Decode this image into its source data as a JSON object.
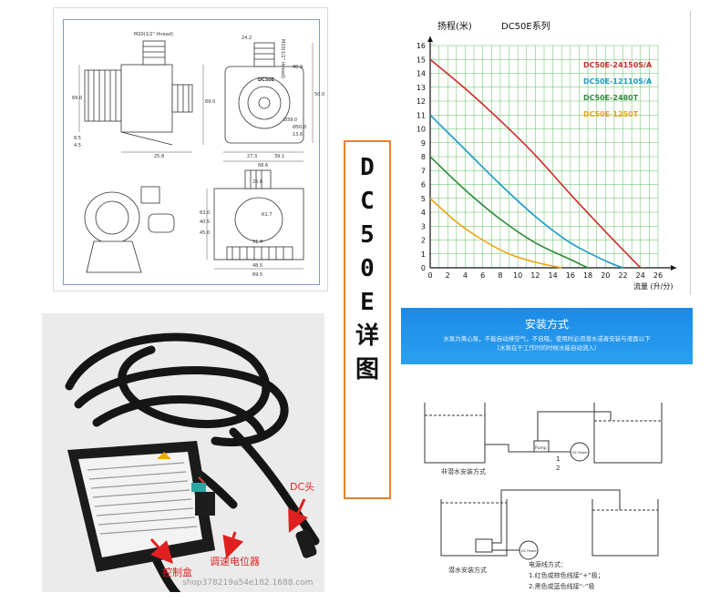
{
  "vertical_label": [
    "D",
    "C",
    "5",
    "0",
    "E",
    "详",
    "图"
  ],
  "drawing": {
    "thread_note": "M20(1/2\" thread)",
    "thread_note_right": "M20(1/2\" thread)",
    "dims_top": [
      "24.2",
      "40.9",
      "50.0"
    ],
    "dims_left": [
      "69.0",
      "69.0",
      "8.5",
      "4.5",
      "25.8"
    ],
    "dims_bottom_front": [
      "27.3",
      "39.1",
      "68.6"
    ],
    "dims_right": [
      "Ø39.0",
      "Ø50.0",
      "13.6"
    ],
    "dims_plan_top": [
      "25.6"
    ],
    "dims_plan_left": [
      "40.5",
      "45.0",
      "63.0"
    ],
    "dims_plan_bottom": [
      "51.4",
      "69.5",
      "48.5"
    ],
    "dims_plan_inner": [
      "R1.7"
    ],
    "brand_mark": "DC50E"
  },
  "chart_data": {
    "type": "line",
    "title": "DC50E系列",
    "ylabel": "扬程(米)",
    "xlabel": "流量 (升/分)",
    "xlim": [
      0,
      26
    ],
    "ylim": [
      0,
      16
    ],
    "x_ticks": [
      0,
      2,
      4,
      6,
      8,
      10,
      12,
      14,
      16,
      18,
      20,
      22,
      24,
      26
    ],
    "y_ticks": [
      0,
      1,
      2,
      3,
      4,
      5,
      6,
      7,
      8,
      9,
      10,
      11,
      12,
      13,
      14,
      15,
      16
    ],
    "grid": true,
    "legend_position": "top-right",
    "series": [
      {
        "name": "DC50E-24150S/A",
        "color": "#cc2b2b",
        "x": [
          0,
          4,
          8,
          12,
          16,
          20,
          24
        ],
        "y": [
          15,
          12.9,
          10.6,
          8.1,
          5.3,
          2.6,
          0
        ]
      },
      {
        "name": "DC50E-12110S/A",
        "color": "#1a9ac8",
        "x": [
          0,
          4,
          8,
          12,
          16,
          20,
          22
        ],
        "y": [
          11,
          8.5,
          6.0,
          3.7,
          1.8,
          0.5,
          0
        ]
      },
      {
        "name": "DC50E-2480T",
        "color": "#2e8b3a",
        "x": [
          0,
          4,
          8,
          12,
          16,
          18
        ],
        "y": [
          8,
          5.6,
          3.5,
          1.8,
          0.6,
          0
        ]
      },
      {
        "name": "DC50E-1250T",
        "color": "#e8a516",
        "x": [
          0,
          3,
          6,
          9,
          12,
          15
        ],
        "y": [
          5,
          3.3,
          2.0,
          1.0,
          0.4,
          0
        ]
      }
    ]
  },
  "cable": {
    "label_dc": "DC头",
    "label_control_box": "控制盒",
    "label_potentiometer": "调速电位器",
    "watermark": "shop378219a54e182.1688.com"
  },
  "install": {
    "title": "安装方式",
    "line1": "水泵为离心泵，不能自动排空气，不自吸，使用时必须潜水或者安装与液面以下",
    "line2": "（水泵在干工作时的时候水能自动流入）",
    "caption_top": "非潜水安装方式",
    "caption_bottom": "潜水安装方式",
    "pump_label": "Pump",
    "power_label_top": "DC Power",
    "power_label_bottom": "DC Power",
    "num1": "1",
    "num2": "2",
    "wiring_title": "电源线方式：",
    "wiring_line1": "1.红色或棕色线接“+”极；",
    "wiring_line2": "2.黑色或蓝色线接“-”极"
  },
  "colors": {
    "label_border": "#e8812a",
    "arrow_red": "#e02020",
    "banner_blue": "#1d8ae6",
    "grid_green": "#5fbf5f",
    "drawing_blue": "#7aa0c8"
  }
}
